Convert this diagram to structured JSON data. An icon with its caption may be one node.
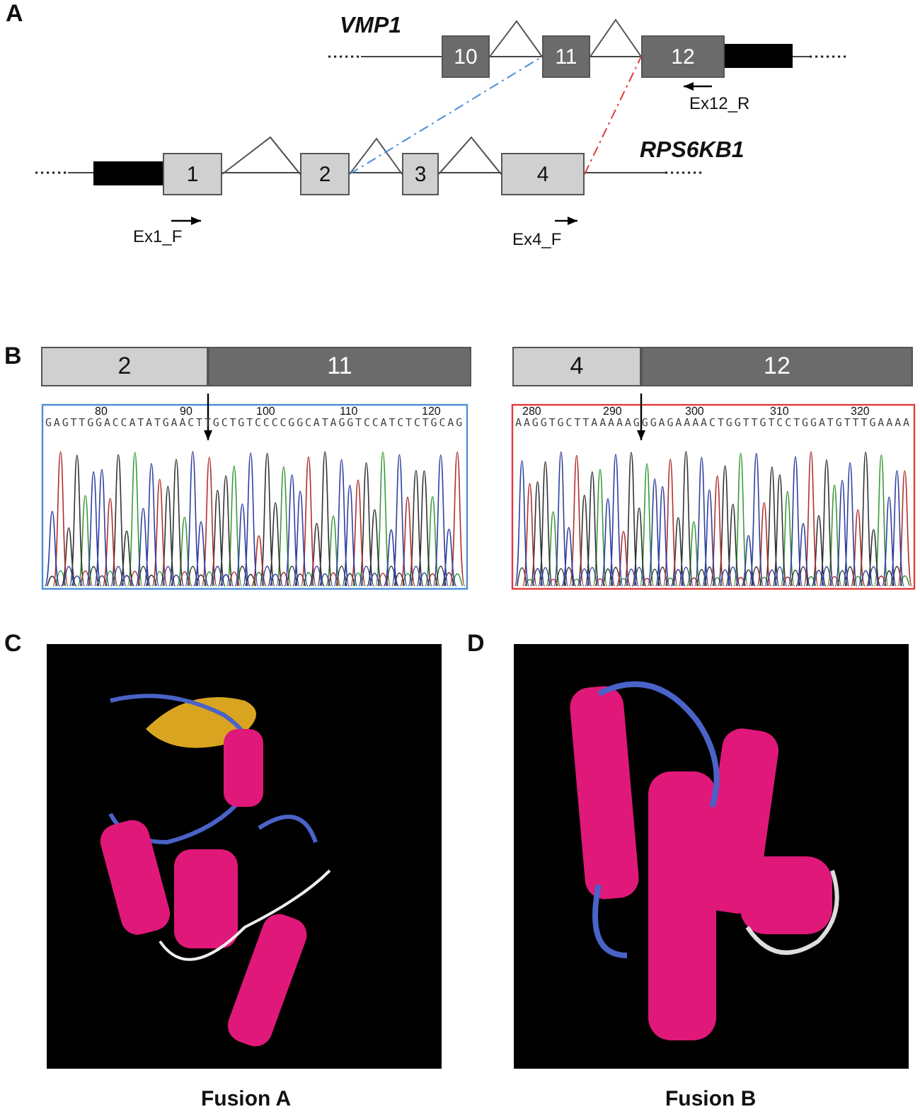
{
  "diagram": {
    "nodes": [
      {
        "text": [
          "10"
        ]
      },
      {
        "text": [
          "11"
        ]
      },
      {
        "text": [
          "12"
        ]
      },
      {
        "text": [
          "1"
        ]
      },
      {
        "text": [
          "2"
        ]
      },
      {
        "text": [
          "3"
        ]
      },
      {
        "text": [
          "4"
        ]
      },
      {
        "text": [
          "2"
        ]
      },
      {
        "text": [
          "11"
        ]
      },
      {
        "text": [
          "4"
        ]
      },
      {
        "text": [
          "12"
        ]
      }
    ],
    "edges": [
      {
        "from": 0,
        "to": 1,
        "arrow": "none"
      },
      {
        "from": 1,
        "to": 2,
        "arrow": "none"
      },
      {
        "from": 3,
        "to": 4,
        "arrow": "none"
      },
      {
        "from": 4,
        "to": 5,
        "arrow": "none"
      },
      {
        "from": 5,
        "to": 6,
        "arrow": "none"
      },
      {
        "from": 4,
        "to": 1,
        "arrow": "none",
        "style": "dashed",
        "color": "#4a8fd4"
      },
      {
        "from": 6,
        "to": 2,
        "arrow": "none",
        "style": "dashed",
        "color": "#e23a3a"
      }
    ],
    "labels": [
      "A",
      "VMP1",
      "Ex12_R",
      "RPS6KB1",
      "Ex1_F",
      "Ex4_F",
      "B",
      "80",
      "90",
      "100",
      "110",
      "120",
      "GAGTTGGACCATATGAACTTGCTGTCCCCGGCATAGGTCCATCTCTGCAG",
      "280",
      "290",
      "300",
      "310",
      "320",
      "AAGGTGCTTAAAAAGGGAGAAAACTGGTTGTCCTGGATGTTTGAAAA",
      "C",
      "D",
      "Fusion A",
      "Fusion B"
    ]
  }
}
